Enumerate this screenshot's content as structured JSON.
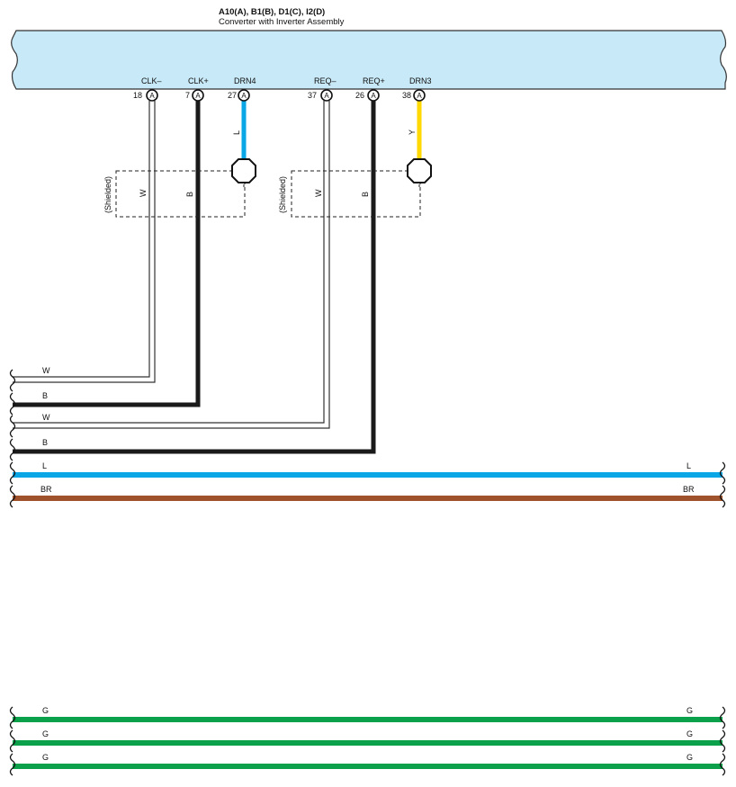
{
  "component": {
    "title": "A10(A), B1(B), D1(C), I2(D)",
    "subtitle": "Converter with Inverter Assembly"
  },
  "pins": [
    {
      "id": "clk_minus",
      "name": "CLK–",
      "num": "18",
      "conn": "A"
    },
    {
      "id": "clk_plus",
      "name": "CLK+",
      "num": "7",
      "conn": "A"
    },
    {
      "id": "drn4",
      "name": "DRN4",
      "num": "27",
      "conn": "A"
    },
    {
      "id": "req_minus",
      "name": "REQ–",
      "num": "37",
      "conn": "A"
    },
    {
      "id": "req_plus",
      "name": "REQ+",
      "num": "26",
      "conn": "A"
    },
    {
      "id": "drn3",
      "name": "DRN3",
      "num": "38",
      "conn": "A"
    }
  ],
  "shields": [
    {
      "label": "(Shielded)",
      "wire_labels": [
        "W",
        "B"
      ],
      "drain_color_label": "L"
    },
    {
      "label": "(Shielded)",
      "wire_labels": [
        "W",
        "B"
      ],
      "drain_color_label": "Y"
    }
  ],
  "wires": [
    {
      "label_left": "W",
      "label_right": "",
      "color": "#ffffff"
    },
    {
      "label_left": "B",
      "label_right": "",
      "color": "#1a1a1a"
    },
    {
      "label_left": "W",
      "label_right": "",
      "color": "#ffffff"
    },
    {
      "label_left": "B",
      "label_right": "",
      "color": "#1a1a1a"
    },
    {
      "label_left": "L",
      "label_right": "L",
      "color": "#0aa6e6"
    },
    {
      "label_left": "BR",
      "label_right": "BR",
      "color": "#a0522d"
    },
    {
      "label_left": "G",
      "label_right": "G",
      "color": "#0aa14a"
    },
    {
      "label_left": "G",
      "label_right": "G",
      "color": "#0aa14a"
    },
    {
      "label_left": "G",
      "label_right": "G",
      "color": "#0aa14a"
    }
  ],
  "colors": {
    "component_fill": "#c8e9f7",
    "blue": "#0aa6e6",
    "yellow": "#ffd800",
    "black": "#1a1a1a",
    "brown": "#a0522d",
    "green": "#0aa14a"
  }
}
